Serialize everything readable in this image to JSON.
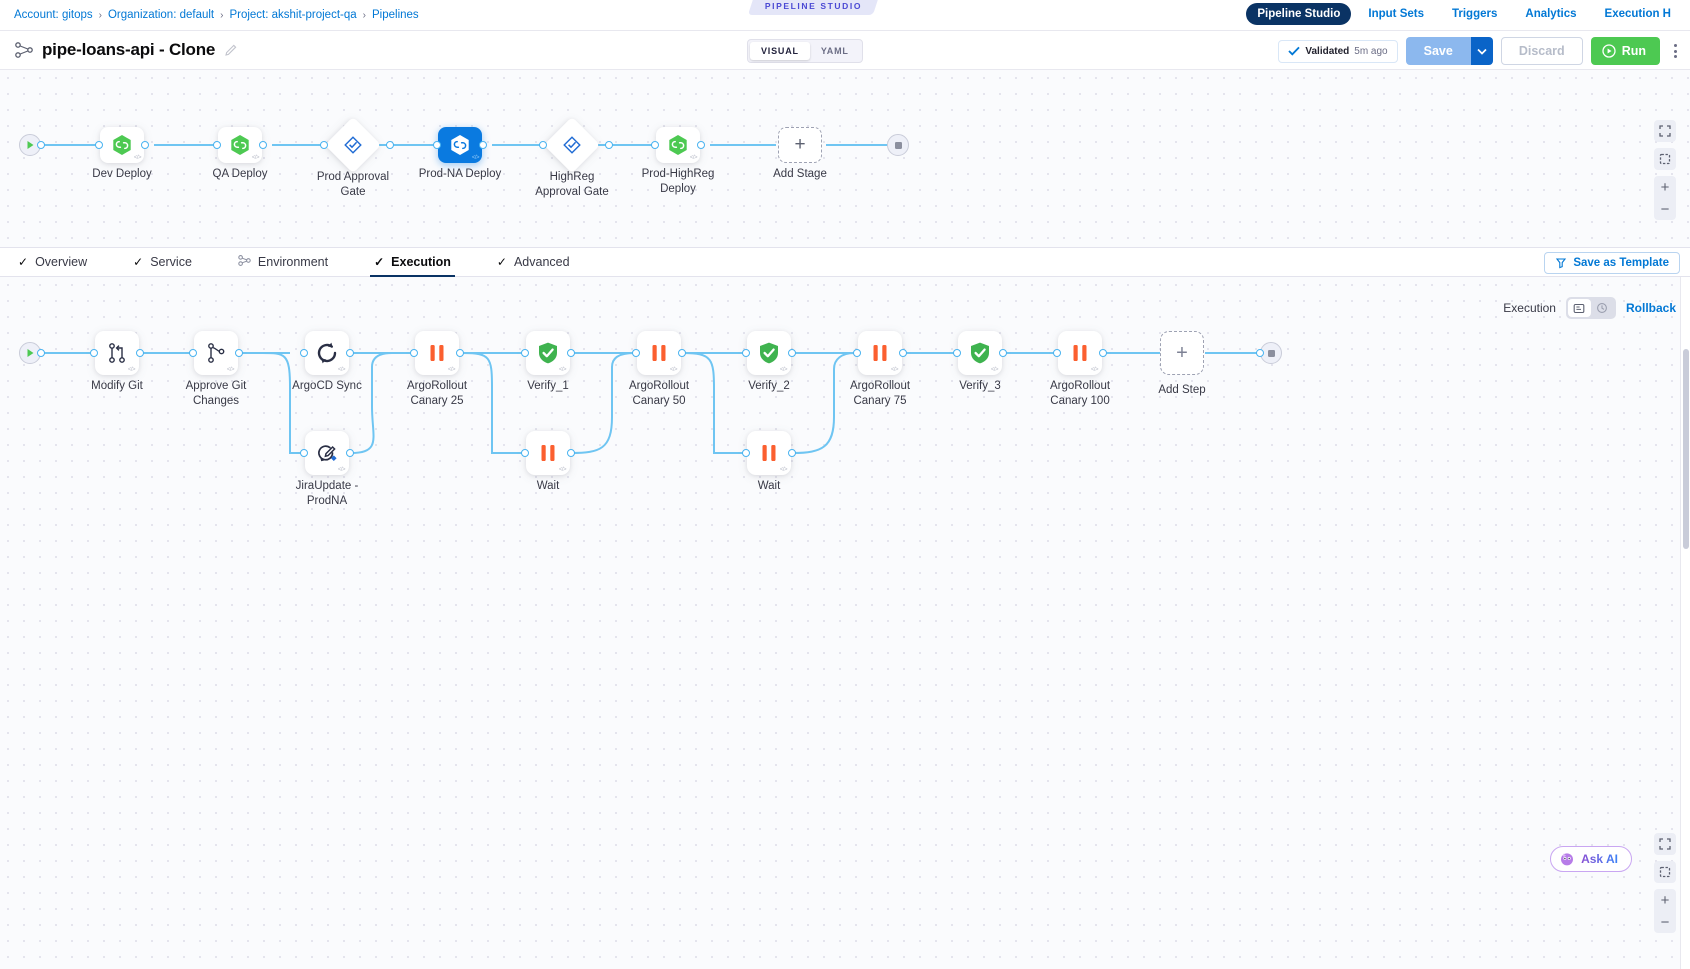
{
  "breadcrumbs": [
    {
      "label": "Account: gitops"
    },
    {
      "label": "Organization: default"
    },
    {
      "label": "Project: akshit-project-qa"
    },
    {
      "label": "Pipelines"
    }
  ],
  "breadcrumb_separator": "›",
  "studio_tab_label": "PIPELINE STUDIO",
  "topnav": [
    {
      "label": "Pipeline Studio",
      "active": true
    },
    {
      "label": "Input Sets",
      "active": false
    },
    {
      "label": "Triggers",
      "active": false
    },
    {
      "label": "Analytics",
      "active": false
    },
    {
      "label": "Execution H",
      "active": false
    }
  ],
  "header": {
    "pipeline_icon": "pipeline-icon",
    "title": "pipe-loans-api - Clone",
    "edit_icon": "pencil-icon",
    "view_toggle": [
      {
        "label": "VISUAL",
        "active": true
      },
      {
        "label": "YAML",
        "active": false
      }
    ],
    "validated_label": "Validated",
    "validated_ago": "5m ago",
    "save_label": "Save",
    "save_caret_icon": "chevron-down-icon",
    "discard_label": "Discard",
    "run_label": "Run",
    "run_icon": "play-circle-icon",
    "kebab_icon": "more-vertical-icon"
  },
  "stage_graph": {
    "start_icon": "play-icon",
    "end_icon": "stop-icon",
    "stages": [
      {
        "name": "Dev Deploy",
        "type": "deploy",
        "icon": "harness-hexagon-icon",
        "selected": false
      },
      {
        "name": "QA Deploy",
        "type": "deploy",
        "icon": "harness-hexagon-icon",
        "selected": false
      },
      {
        "name": "Prod Approval\nGate",
        "type": "approval",
        "icon": "approval-diamond-icon",
        "selected": false
      },
      {
        "name": "Prod-NA Deploy",
        "type": "deploy",
        "icon": "harness-hexagon-icon",
        "selected": true
      },
      {
        "name": "HighReg\nApproval Gate",
        "type": "approval",
        "icon": "approval-diamond-icon",
        "selected": false
      },
      {
        "name": "Prod-HighReg\nDeploy",
        "type": "deploy",
        "icon": "harness-hexagon-icon",
        "selected": false
      },
      {
        "name": "Add Stage",
        "type": "add",
        "icon": "plus-icon",
        "selected": false
      }
    ]
  },
  "tabs": [
    {
      "label": "Overview",
      "icon": "check-icon",
      "active": false
    },
    {
      "label": "Service",
      "icon": "check-icon",
      "active": false
    },
    {
      "label": "Environment",
      "icon": "infrastructure-icon",
      "active": false
    },
    {
      "label": "Execution",
      "icon": "check-icon",
      "active": true
    },
    {
      "label": "Advanced",
      "icon": "check-icon",
      "active": false
    }
  ],
  "save_as_template_label": "Save as Template",
  "execution_header": {
    "label": "Execution",
    "toggle": [
      {
        "icon": "execution-list-icon",
        "active": true
      },
      {
        "icon": "rollback-clock-icon",
        "active": false
      }
    ],
    "rollback_label": "Rollback"
  },
  "execution_graph": {
    "start_icon": "play-icon",
    "end_icon": "stop-icon",
    "steps": [
      {
        "name": "Modify Git",
        "icon": "git-branch-icon",
        "row": "main"
      },
      {
        "name": "Approve Git\nChanges",
        "icon": "git-merge-icon",
        "row": "main"
      },
      {
        "name": "ArgoCD Sync",
        "icon": "sync-refresh-icon",
        "row": "main"
      },
      {
        "name": "JiraUpdate -\nProdNA",
        "icon": "jira-update-icon",
        "row": "parallel"
      },
      {
        "name": "ArgoRollout\nCanary 25",
        "icon": "pause-bars-icon",
        "row": "main"
      },
      {
        "name": "Verify_1",
        "icon": "shield-check-icon",
        "row": "main"
      },
      {
        "name": "Wait",
        "icon": "pause-bars-icon",
        "row": "parallel"
      },
      {
        "name": "ArgoRollout\nCanary 50",
        "icon": "pause-bars-icon",
        "row": "main"
      },
      {
        "name": "Verify_2",
        "icon": "shield-check-icon",
        "row": "main"
      },
      {
        "name": "Wait",
        "icon": "pause-bars-icon",
        "row": "parallel"
      },
      {
        "name": "ArgoRollout\nCanary 75",
        "icon": "pause-bars-icon",
        "row": "main"
      },
      {
        "name": "Verify_3",
        "icon": "shield-check-icon",
        "row": "main"
      },
      {
        "name": "ArgoRollout\nCanary 100",
        "icon": "pause-bars-icon",
        "row": "main"
      },
      {
        "name": "Add Step",
        "icon": "plus-icon",
        "row": "main"
      }
    ]
  },
  "canvas_controls": {
    "fullscreen_icon": "fullscreen-icon",
    "fit_icon": "fit-to-screen-icon",
    "zoom_in": "+",
    "zoom_out": "−"
  },
  "ask_ai": {
    "label": "Ask AI",
    "icon": "ai-orb-icon"
  },
  "colors": {
    "link_blue": "#0278d5",
    "active_nav_bg": "#0a3364",
    "selected_node": "#0a7ae0",
    "edge": "#6fc5f2",
    "run_green": "#4dc952",
    "harness_green": "#4dc952",
    "pause_orange": "#fb5f2f",
    "shield_green": "#3fb34f"
  }
}
